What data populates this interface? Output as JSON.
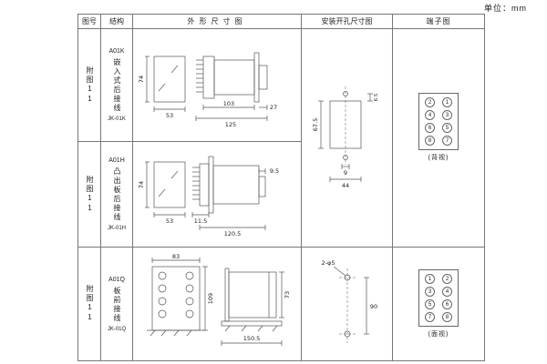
{
  "unit_label": "单位：mm",
  "header": {
    "figure": "图号",
    "structure": "结构",
    "outline": "外形尺寸图",
    "mounting": "安装开孔尺寸图",
    "terminal": "端子图"
  },
  "rows": [
    {
      "figure": "附图11",
      "model": "A01K",
      "desc": "嵌入式后接线",
      "code": "JK-01K",
      "dims": {
        "height": "74",
        "width": "53",
        "depth_body": "103",
        "depth_total": "125",
        "front": "27"
      }
    },
    {
      "figure": "附图11",
      "model": "A01H",
      "desc": "凸出板后接线",
      "code": "JK-01H",
      "dims": {
        "height": "74",
        "width": "53",
        "flange": "9.5",
        "offset": "11.5",
        "depth_total": "120.5"
      }
    },
    {
      "figure": "附图11",
      "model": "A01Q",
      "desc": "板前接线",
      "code": "JK-01Q",
      "dims": {
        "width": "83",
        "height": "109",
        "body_height": "73",
        "depth_total": "150.5"
      }
    }
  ],
  "mounting12": {
    "cut_height": "67.5",
    "hole_offset_top": "6.5",
    "hole_offset": "9",
    "cut_width": "44"
  },
  "mounting3": {
    "holes": "2-φ5",
    "spacing": "90"
  },
  "terminal12": {
    "numbers": [
      [
        "2",
        "1"
      ],
      [
        "4",
        "3"
      ],
      [
        "6",
        "5"
      ],
      [
        "8",
        "7"
      ]
    ],
    "view": "(背视)"
  },
  "terminal3": {
    "numbers": [
      [
        "1",
        "2"
      ],
      [
        "3",
        "4"
      ],
      [
        "5",
        "6"
      ],
      [
        "7",
        "8"
      ]
    ],
    "view": "(面视)"
  }
}
